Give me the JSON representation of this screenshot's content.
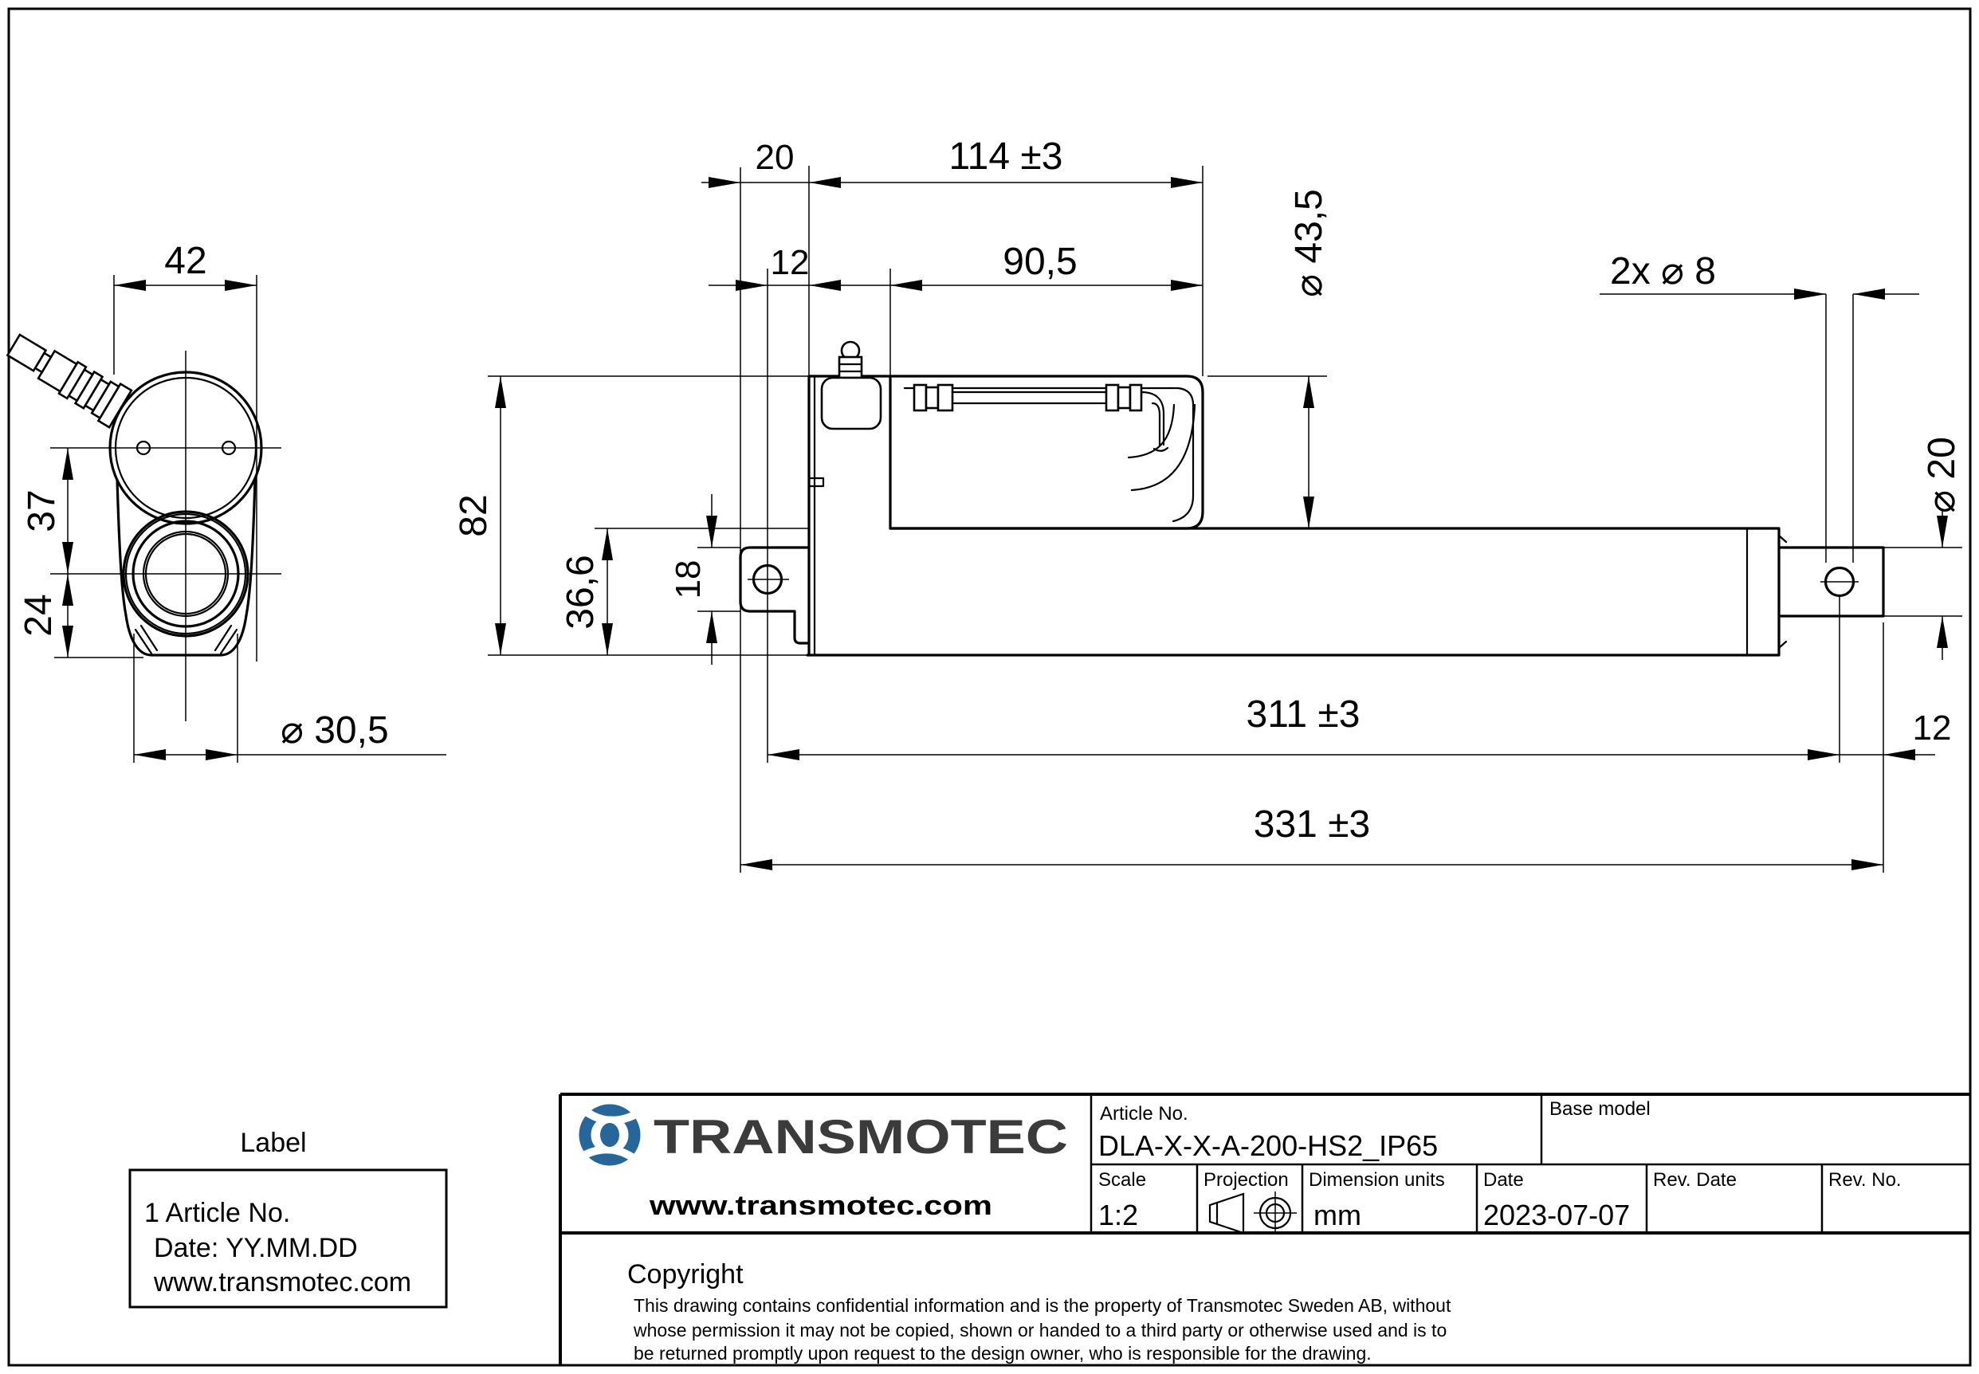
{
  "dims": {
    "front_width": "42",
    "front_upper": "37",
    "front_lower": "24",
    "front_bore": "⌀ 30,5",
    "rear_depth": "20",
    "body_len": "114 ±3",
    "hole_offset": "12",
    "upper_len": "90,5",
    "housing_dia": "⌀ 43,5",
    "mount_holes": "2x ⌀ 8",
    "rod_dia": "⌀ 20",
    "height": "82",
    "tube_height": "36,6",
    "bracket_height": "18",
    "hole_span": "311 ±3",
    "tip_len": "12",
    "overall_len": "331 ±3"
  },
  "label_box": {
    "title": "Label",
    "line1": "1 Article No.",
    "line2": "Date: YY.MM.DD",
    "line3": "www.transmotec.com"
  },
  "title_block": {
    "brand": "TRANSMOTEC",
    "website": "www.transmotec.com",
    "article_label": "Article No.",
    "article_value": "DLA-X-X-A-200-HS2_IP65",
    "base_model_label": "Base model",
    "scale_label": "Scale",
    "scale_value": "1:2",
    "projection_label": "Projection",
    "units_label": "Dimension units",
    "units_value": "mm",
    "date_label": "Date",
    "date_value": "2023-07-07",
    "rev_date_label": "Rev. Date",
    "rev_no_label": "Rev. No.",
    "copyright_title": "Copyright",
    "copyright_line1": "This drawing contains confidential information and is the property of Transmotec Sweden AB, without",
    "copyright_line2": "whose permission it may not be copied, shown or handed to a third party or otherwise used and is to",
    "copyright_line3": "be returned promptly upon request to the design owner, who is responsible for the drawing.",
    "brand_color": "#26669a"
  }
}
